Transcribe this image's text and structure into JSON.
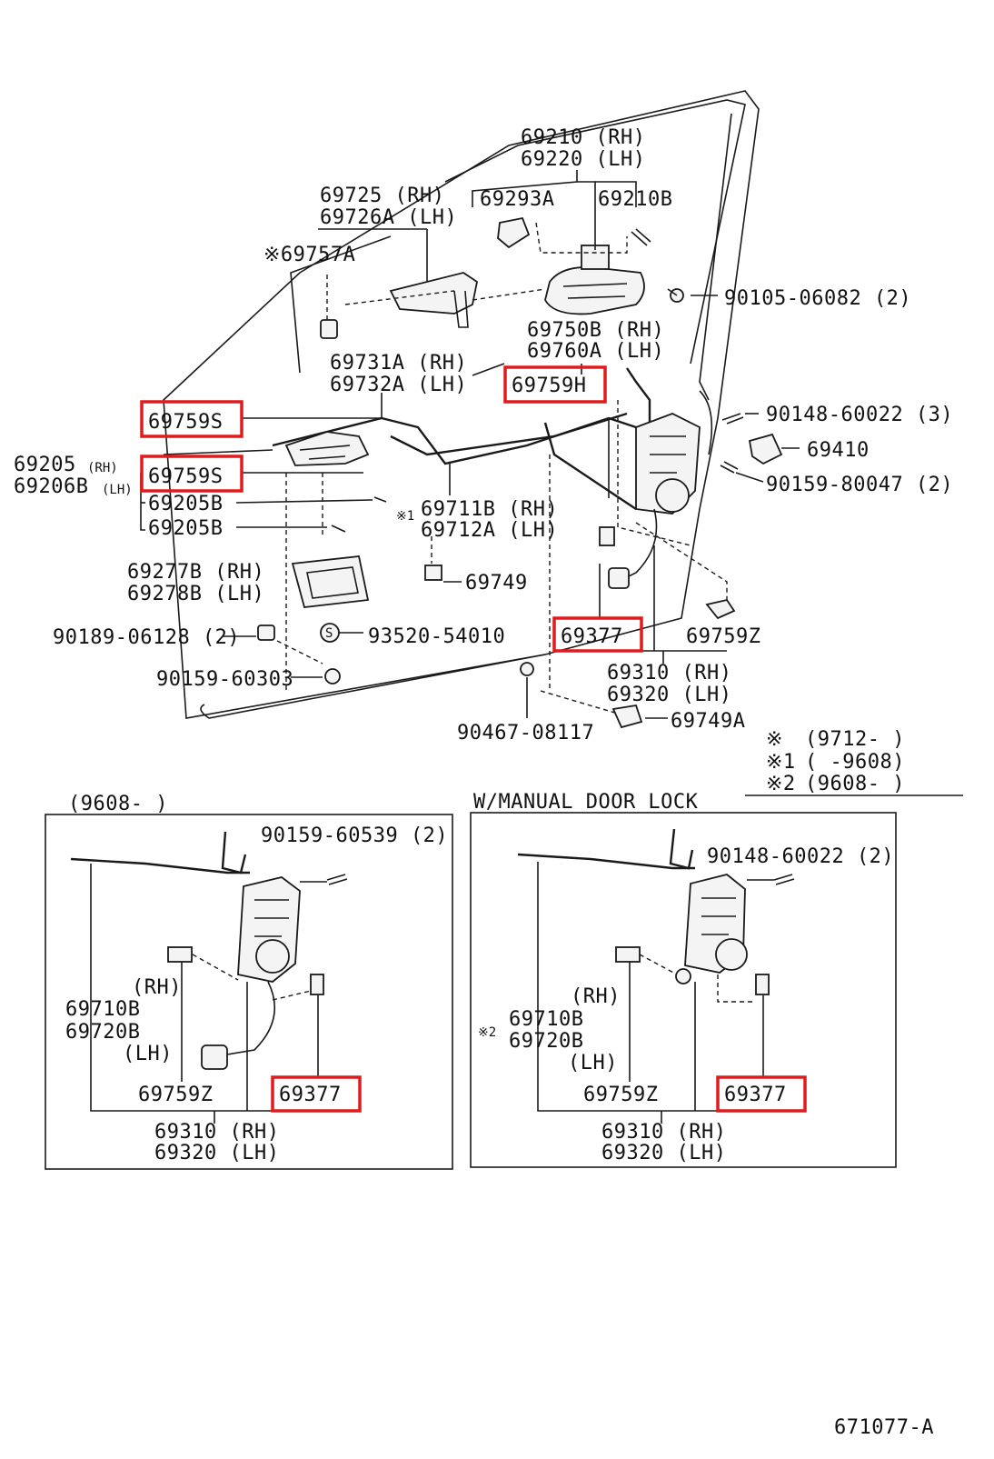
{
  "main": {
    "l_69210": "69210 (RH)",
    "l_69220": "69220 (LH)",
    "l_69725": "69725  (RH)",
    "l_69726a": "69726A (LH)",
    "l_69293a": "69293A",
    "l_69210b": "69210B",
    "l_69757a": "※69757A",
    "l_90105": "90105-06082 (2)",
    "l_69750b": "69750B (RH)",
    "l_69760a": "69760A (LH)",
    "l_69731a": "69731A (RH)",
    "l_69732a": "69732A (LH)",
    "l_69759h": "69759H",
    "l_69759s_1": "69759S",
    "l_69759s_2": "69759S",
    "l_90148": "90148-60022 (3)",
    "l_69410": "69410",
    "l_69205": "69205",
    "l_69205_rh": "(RH)",
    "l_69206b": "69206B",
    "l_69206b_lh": "(LH)",
    "l_90159_80047": "90159-80047 (2)",
    "l_69205b_1": "69205B",
    "l_69205b_2": "69205B",
    "l_mark1": "※1",
    "l_69711b": "69711B (RH)",
    "l_69712a": "69712A (LH)",
    "l_69277b": "69277B (RH)",
    "l_69278b": "69278B (LH)",
    "l_69749": "69749",
    "l_90189": "90189-06128 (2)",
    "l_s": "S",
    "l_93520": "93520-54010",
    "l_69377": "69377",
    "l_69759z": "69759Z",
    "l_90159_60303": "90159-60303",
    "l_69310": "69310 (RH)",
    "l_69320": "69320 (LH)",
    "l_90467": "90467-08117",
    "l_69749a": "69749A"
  },
  "legend": {
    "r1_mark": "※",
    "r1_val": "(9712-     )",
    "r2_mark": "※1",
    "r2_val": "(     -9608)",
    "r3_mark": "※2",
    "r3_val": "(9608-     )"
  },
  "inset_left": {
    "title": "(9608-      )",
    "l_90159": "90159-60539 (2)",
    "l_rh": "(RH)",
    "l_69710b": "69710B",
    "l_69720b": "69720B",
    "l_lh": "(LH)",
    "l_69759z": "69759Z",
    "l_69377": "69377",
    "l_69310": "69310 (RH)",
    "l_69320": "69320 (LH)"
  },
  "inset_right": {
    "title": "W/MANUAL DOOR  LOCK",
    "l_90148": "90148-60022 (2)",
    "l_rh": "(RH)",
    "l_mark2": "※2",
    "l_69710b": "69710B",
    "l_69720b": "69720B",
    "l_lh": "(LH)",
    "l_69759z": "69759Z",
    "l_69377": "69377",
    "l_69310": "69310 (RH)",
    "l_69320": "69320 (LH)"
  },
  "figure_id": "671077-A",
  "colors": {
    "highlight": "#e01b1b",
    "ink": "#1a1a1a"
  }
}
